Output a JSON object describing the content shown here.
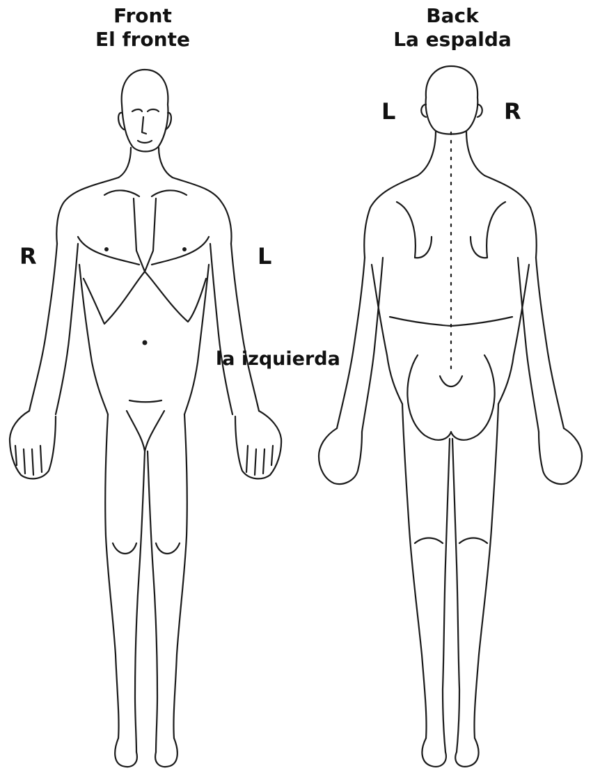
{
  "front": {
    "heading_en": "Front",
    "heading_es": "El fronte",
    "right_label": "R",
    "left_label": "L",
    "extra_label": "la izquierda"
  },
  "back": {
    "heading_en": "Back",
    "heading_es": "La espalda",
    "left_label": "L",
    "right_label": "R"
  }
}
